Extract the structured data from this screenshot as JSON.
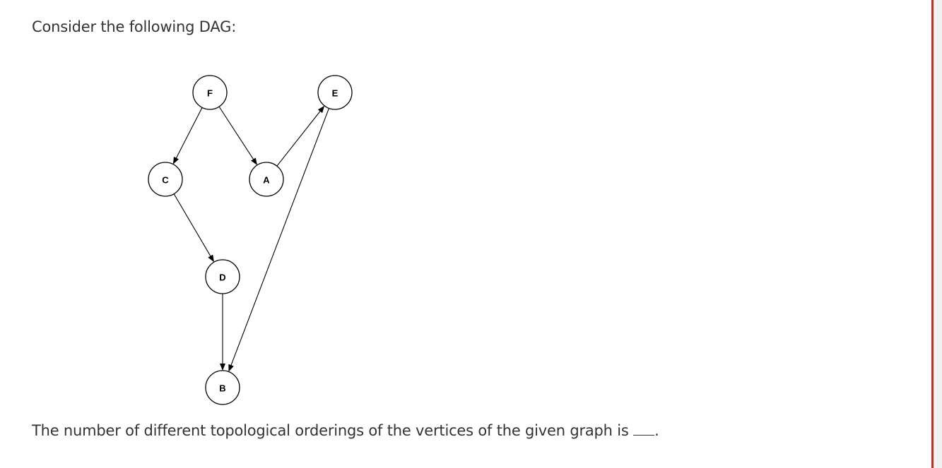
{
  "question": {
    "intro": "Consider the following DAG:",
    "prompt": "The number of different topological orderings of the vertices of the given graph is",
    "blank_suffix": "."
  },
  "graph": {
    "nodes": [
      {
        "id": "F",
        "label": "F"
      },
      {
        "id": "E",
        "label": "E"
      },
      {
        "id": "C",
        "label": "C"
      },
      {
        "id": "A",
        "label": "A"
      },
      {
        "id": "D",
        "label": "D"
      },
      {
        "id": "B",
        "label": "B"
      }
    ],
    "edges": [
      {
        "from": "F",
        "to": "C"
      },
      {
        "from": "F",
        "to": "A"
      },
      {
        "from": "A",
        "to": "E"
      },
      {
        "from": "C",
        "to": "D"
      },
      {
        "from": "D",
        "to": "B"
      },
      {
        "from": "E",
        "to": "B"
      }
    ]
  },
  "colors": {
    "text": "#333333",
    "panel_border": "#c0302b"
  }
}
